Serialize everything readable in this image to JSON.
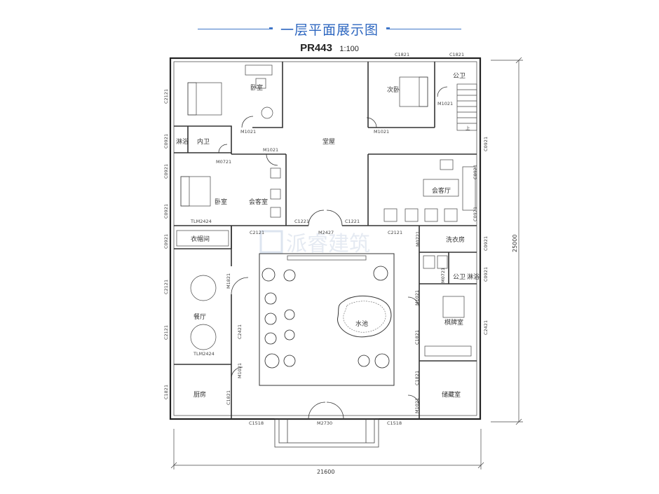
{
  "header": {
    "title": "一层平面展示图",
    "plan_code": "PR443",
    "scale": "1:100",
    "accent_color": "#2e67c0"
  },
  "watermark": {
    "text": "派睿建筑"
  },
  "rooms": {
    "bedroom_master": "卧室",
    "bedroom_second": "次卧",
    "public_bath_top": "公卫",
    "hall": "堂屋",
    "bath": "淋浴",
    "ensuite": "内卫",
    "bedroom_left": "卧室",
    "guest_room": "会客室",
    "meeting_hall": "会客厅",
    "cloakroom": "衣帽间",
    "laundry": "洗衣房",
    "dining": "餐厅",
    "pond": "水池",
    "public_bath_right": "公卫",
    "bath_right": "淋浴",
    "chess_room": "棋牌室",
    "kitchen": "厨房",
    "storage": "储藏室"
  },
  "tags": {
    "c1821_a": "C1821",
    "c1821_b": "C1821",
    "c2121_left": "C2121",
    "c0921_left1": "C0921",
    "c0921_left2": "C0921",
    "c0921_left3": "C0921",
    "c0921_left4": "C0921",
    "c2121_left2": "C2121",
    "c2121_left3": "C2121",
    "c1821_left": "C1821",
    "m1021_a": "M1021",
    "m1021_b": "M1021",
    "m1021_c": "M1021",
    "m1021_d": "M1021",
    "m0721_a": "M0721",
    "m0721_b": "M0721",
    "m0721_c": "M0721",
    "c0921_r1": "C0921",
    "c0921_r2": "C0921",
    "c0921_r3": "C0921",
    "c0921_r4": "C0921",
    "c0921_r5": "C0921",
    "tlm_a": "TLM2424",
    "tlm_b": "TLM2424",
    "c2121_a": "C2121",
    "c2121_b": "C2121",
    "c1221_a": "C1221",
    "c1221_b": "C1221",
    "m2427": "M2427",
    "m1821": "M1821",
    "c2421_a": "C2421",
    "c2421_b": "C2421",
    "m1021_e": "M1021",
    "m1021_f": "M1021",
    "m1021_g": "M1021",
    "c1821_k": "C1821",
    "c1821_r1": "C1821",
    "c1821_r2": "C1821",
    "c1518_a": "C1518",
    "c1518_b": "C1518",
    "m2730": "M2730",
    "stair_up": "上"
  },
  "dimensions": {
    "width": "21600",
    "depth": "25000"
  }
}
